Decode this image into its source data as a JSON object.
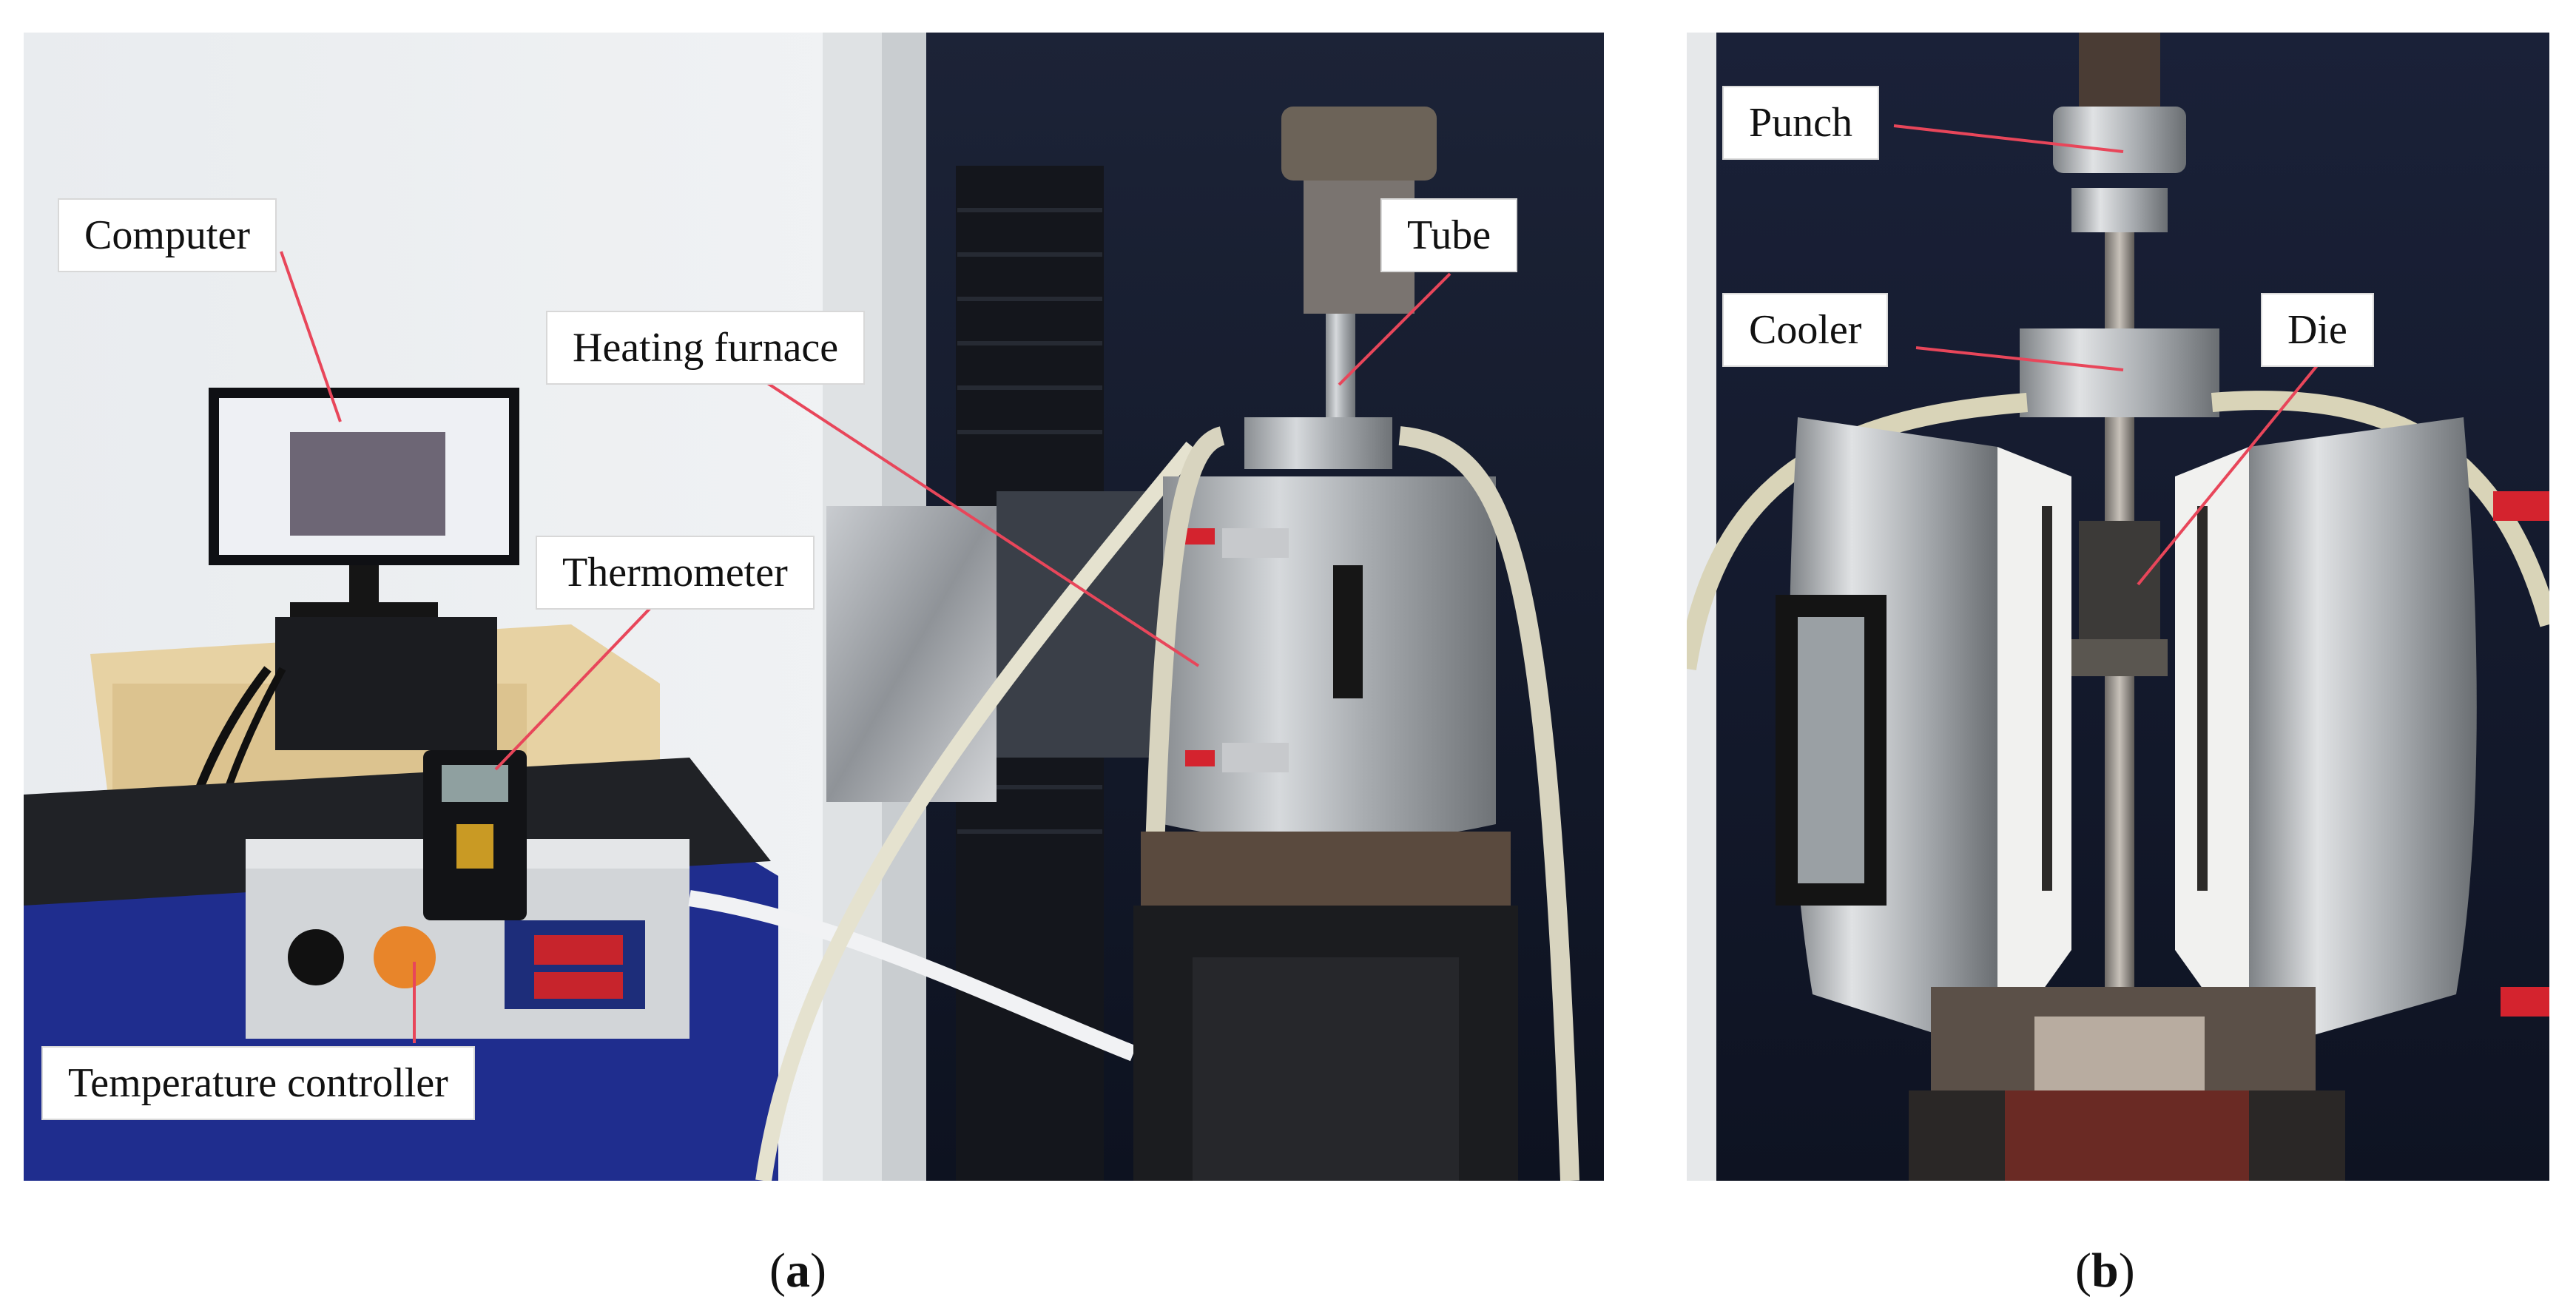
{
  "figure": {
    "panel_a": {
      "caption": "a",
      "labels": {
        "computer": "Computer",
        "heating_furnace": "Heating furnace",
        "tube": "Tube",
        "thermometer": "Thermometer",
        "temperature_controller": "Temperature controller"
      }
    },
    "panel_b": {
      "caption": "b",
      "labels": {
        "punch": "Punch",
        "cooler": "Cooler",
        "die": "Die"
      }
    },
    "colors": {
      "leader_line": "#e8465a",
      "label_border": "#d8d8d8"
    }
  }
}
